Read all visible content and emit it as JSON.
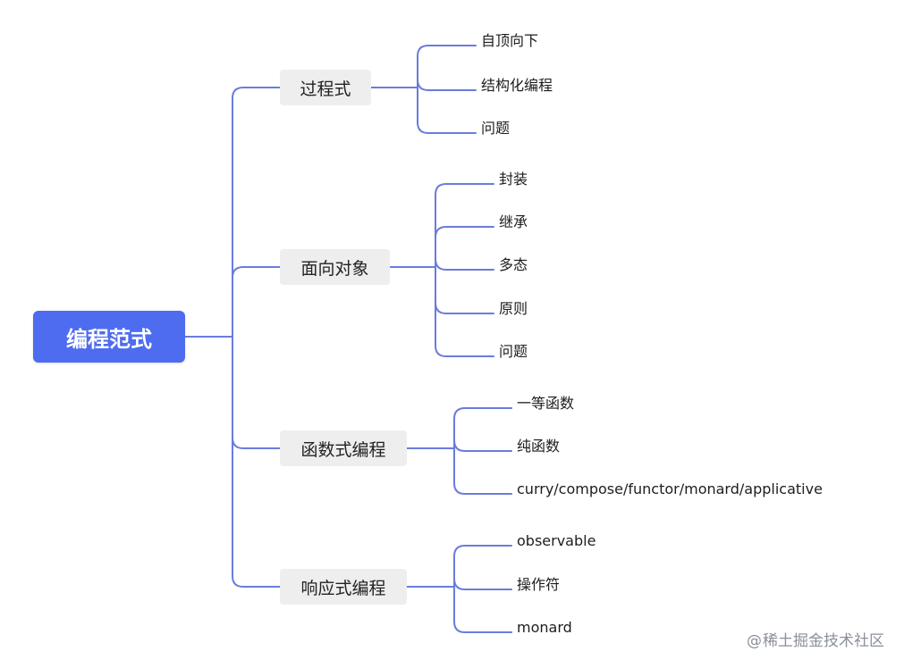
{
  "root": {
    "label": "编程范式"
  },
  "branches": [
    {
      "label": "过程式",
      "children": [
        "自顶向下",
        "结构化编程",
        "问题"
      ]
    },
    {
      "label": "面向对象",
      "children": [
        "封装",
        "继承",
        "多态",
        "原则",
        "问题"
      ]
    },
    {
      "label": "函数式编程",
      "children": [
        "一等函数",
        "纯函数",
        "curry/compose/functor/monard/applicative"
      ]
    },
    {
      "label": "响应式编程",
      "children": [
        "observable",
        "操作符",
        "monard"
      ]
    }
  ],
  "watermark": {
    "at": "@",
    "text": "稀土掘金技术社区"
  },
  "colors": {
    "root_fill": "#4d6cf0",
    "branch_fill": "#eeeeee",
    "link_stroke": "#6a7cdc"
  }
}
